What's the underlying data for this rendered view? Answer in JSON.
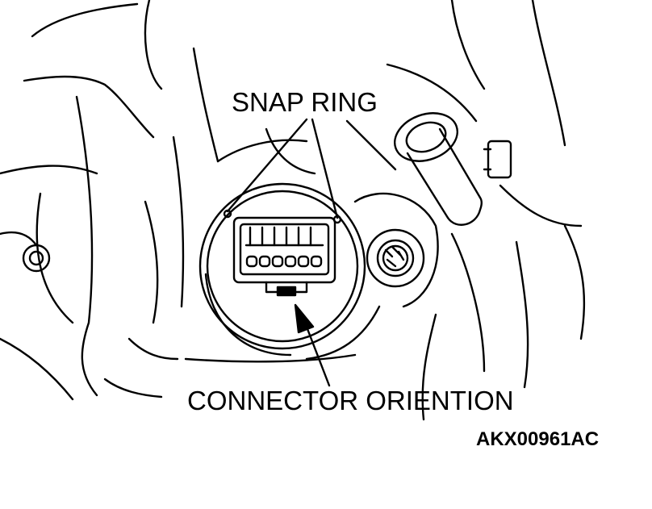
{
  "labels": {
    "snap_ring": "SNAP RING",
    "connector_orientation": "CONNECTOR ORIENTION",
    "figure_code": "AKX00961AC"
  },
  "colors": {
    "line": "#000000",
    "background": "#ffffff"
  }
}
